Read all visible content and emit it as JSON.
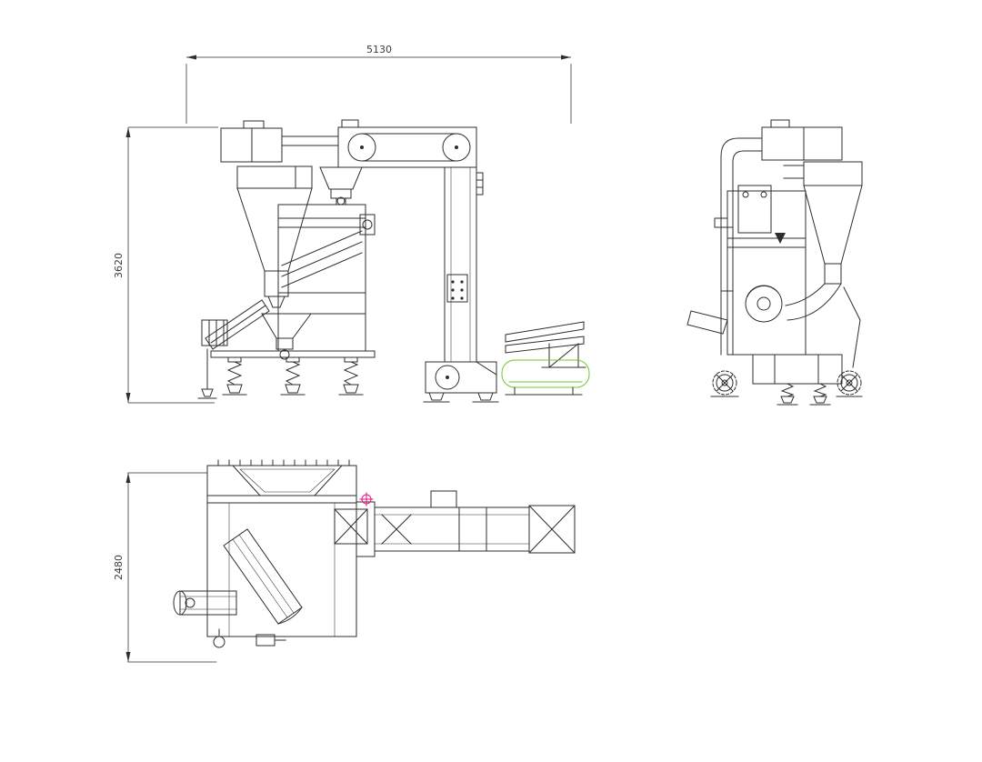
{
  "colors": {
    "line": "#2e2e2e",
    "accent_green": "#6cc832",
    "accent_red": "#e0218a",
    "dim_text": "#3a3a3a",
    "background": "#ffffff"
  },
  "drawing": {
    "type": "technical-cad-three-view",
    "dimensions": {
      "front_width": "5130",
      "front_height": "3620",
      "plan_depth": "2480"
    }
  }
}
